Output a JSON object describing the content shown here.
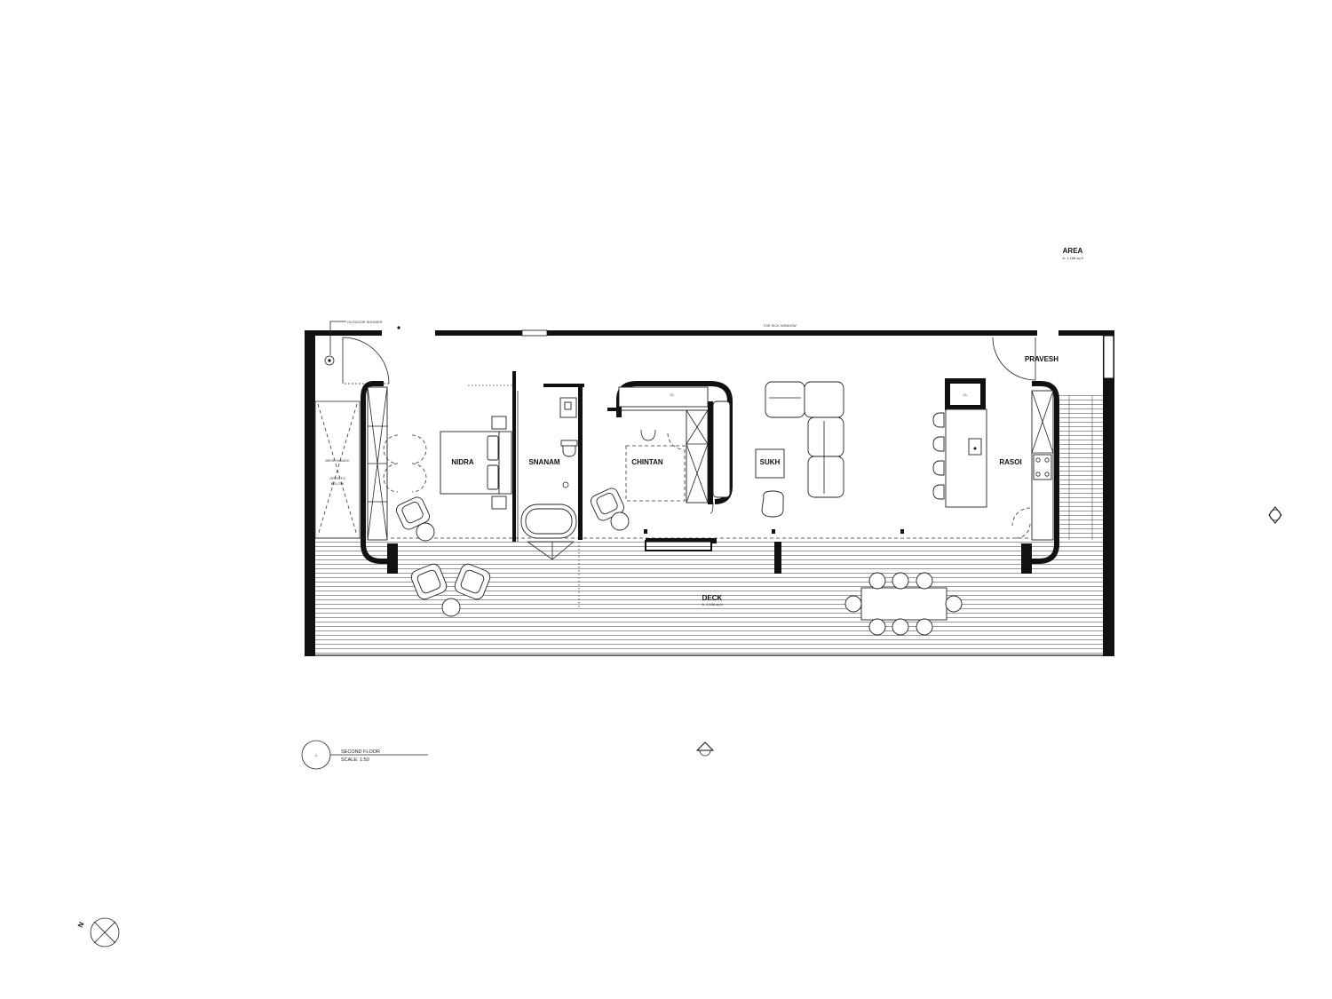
{
  "area": {
    "title": "AREA",
    "value": "A: 1,188 sq ft"
  },
  "notes": {
    "outdoor_shower": "OUTDOOR SHOWER",
    "toe_kick_window": "TOE KICK WINDOW",
    "mesh_hamoc": "MESH HAMOC",
    "open_to_below_1": "OPEN TO",
    "open_to_below_2": "BELOW",
    "cl_1": "CL",
    "cl_2": "CL",
    "deck_sub": "A: 1,188 sq ft"
  },
  "rooms": {
    "nidra": "NIDRA",
    "snanam": "SNANAM",
    "chintan": "CHINTAN",
    "sukh": "SUKH",
    "rasoi": "RASOI",
    "pravesh": "PRAVESH",
    "deck": "DECK"
  },
  "title_block": {
    "number": "1",
    "name": "SECOND FLOOR",
    "scale": "SCALE: 1:50"
  },
  "compass": {
    "letter": "N"
  },
  "colors": {
    "ink": "#111111",
    "paper": "#ffffff"
  }
}
